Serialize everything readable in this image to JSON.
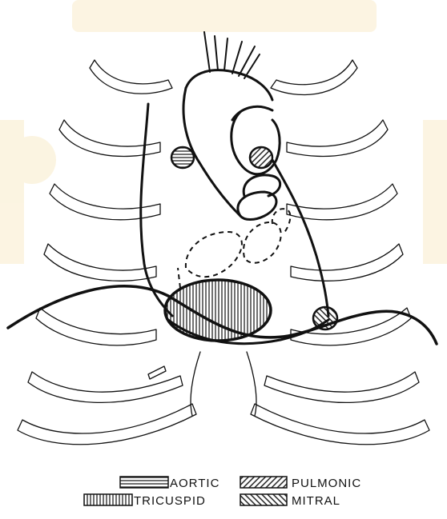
{
  "legend": {
    "items": [
      {
        "key": "aortic",
        "label": "AORTIC",
        "pattern": "horizontal-lines"
      },
      {
        "key": "pulmonic",
        "label": "PULMONIC",
        "pattern": "diagonal-lines"
      },
      {
        "key": "tricuspid",
        "label": "TRICUSPID",
        "pattern": "vertical-lines"
      },
      {
        "key": "mitral",
        "label": "MITRAL",
        "pattern": "crosshatch-lines"
      }
    ]
  },
  "colors": {
    "ink": "#111111",
    "background": "#ffffff",
    "watermark_tint": "#f2d48a"
  }
}
